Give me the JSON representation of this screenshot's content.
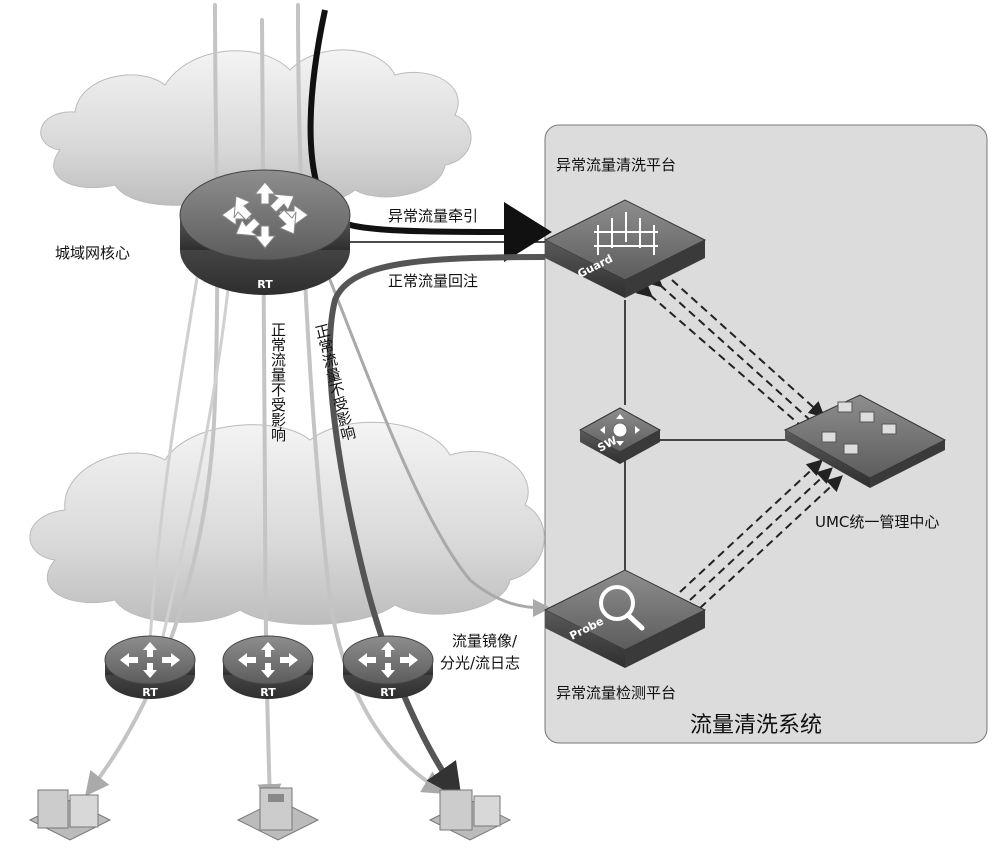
{
  "labels": {
    "core": "城域网核心",
    "diversion": "异常流量牵引",
    "reinject": "正常流量回注",
    "unaffected_1": "正常流量不受影响",
    "unaffected_2": "正常流量不受影响",
    "mirror_line1": "流量镜像/",
    "mirror_line2": "分光/流日志",
    "cleaning_platform": "异常流量清洗平台",
    "detection_platform": "异常流量检测平台",
    "umc": "UMC统一管理中心",
    "system": "流量清洗系统"
  },
  "devices": {
    "core_router": "RT",
    "edge_router": "RT",
    "switch": "SW",
    "guard": "Guard",
    "probe": "Probe"
  },
  "icons": [
    "cloud-icon",
    "router-icon",
    "switch-icon",
    "firewall-icon",
    "probe-icon",
    "workstation-icon",
    "server-icon"
  ]
}
